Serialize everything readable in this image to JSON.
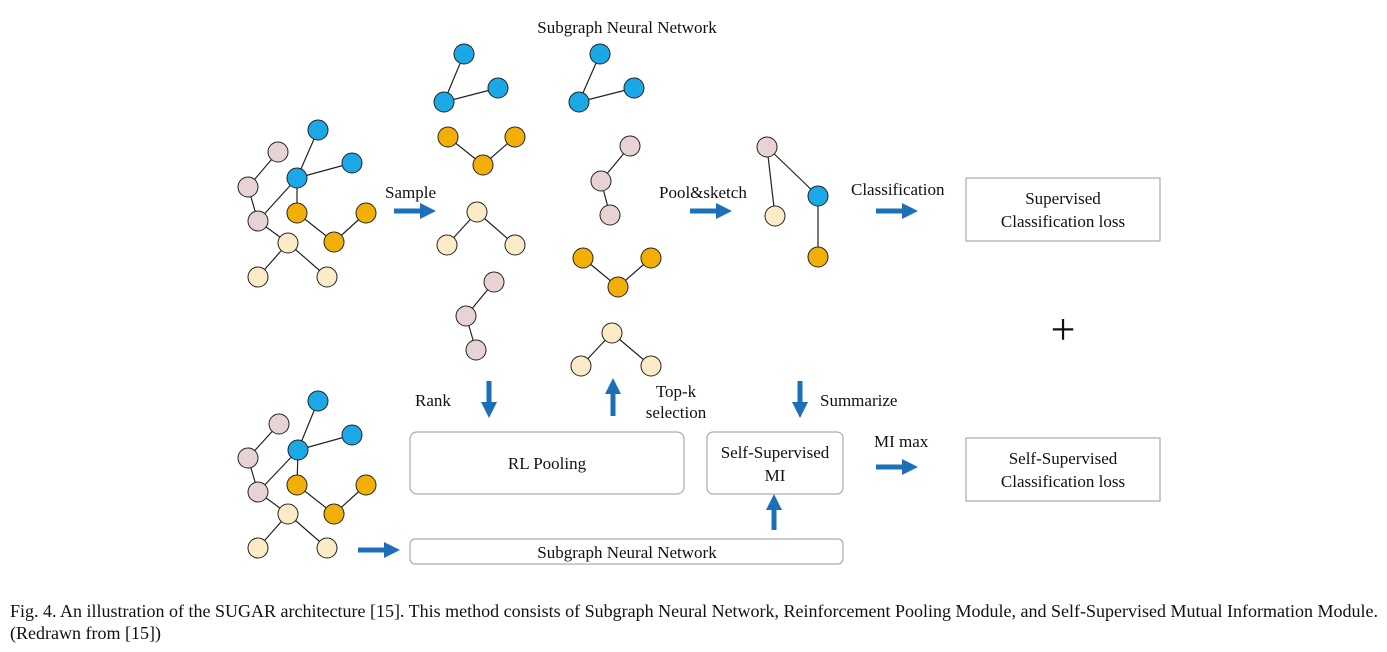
{
  "colors": {
    "blue": "#1ba8e6",
    "orange": "#f2b007",
    "pink": "#e7d3d3",
    "cream": "#fbecc7",
    "arrow": "#1d6fb8",
    "box_border": "#9a9a9a"
  },
  "labels": {
    "subgraph_nn_top": "Subgraph Neural Network",
    "sample": "Sample",
    "pool_sketch": "Pool&sketch",
    "classification": "Classification",
    "rank": "Rank",
    "topk_line1": "Top-k",
    "topk_line2": "selection",
    "summarize": "Summarize",
    "mi_max": "MI max",
    "plus": "+"
  },
  "boxes": {
    "supervised_line1": "Supervised",
    "supervised_line2": "Classification loss",
    "selfsup_loss_line1": "Self-Supervised",
    "selfsup_loss_line2": "Classification loss",
    "rl_pooling": "RL Pooling",
    "selfsup_mi_line1": "Self-Supervised",
    "selfsup_mi_line2": "MI",
    "subgraph_nn_bottom": "Subgraph Neural Network"
  },
  "caption": "Fig. 4.  An illustration of the SUGAR architecture [15]. This method consists of Subgraph Neural Network, Reinforcement Pooling Module, and Self-Supervised Mutual Information Module. (Redrawn from [15])"
}
